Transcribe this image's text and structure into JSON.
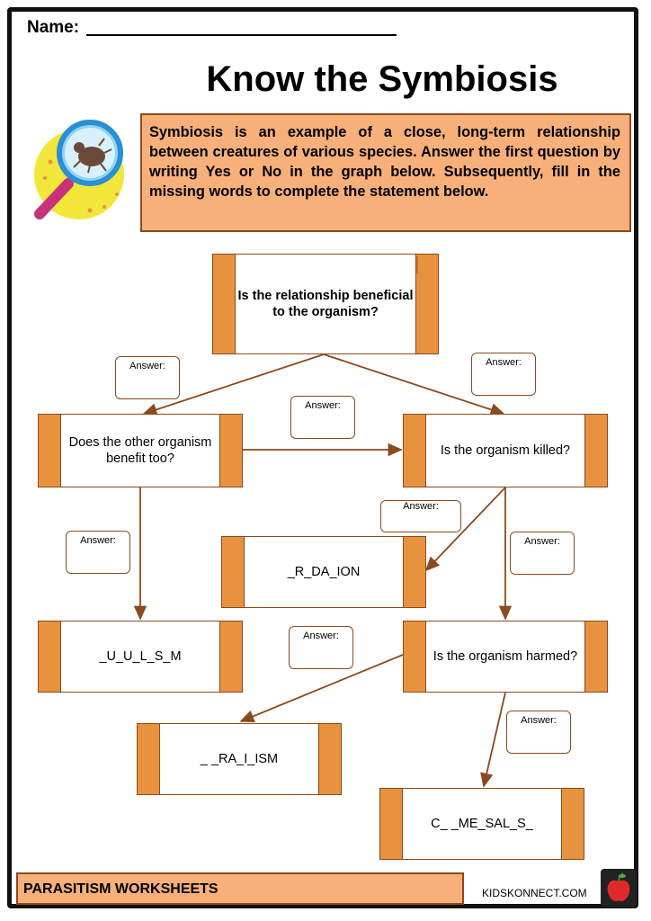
{
  "header": {
    "name_label": "Name:",
    "title": "Know the Symbiosis"
  },
  "intro": {
    "text": "Symbiosis is an example of a close, long-term relationship between creatures of various species. Answer the first question by writing Yes or No in the graph below. Subsequently, fill in the missing words to complete the statement below."
  },
  "flowchart": {
    "nodes": {
      "root": "Is the relationship beneficial to the organism?",
      "other_benefit": "Does the other organism benefit too?",
      "killed": "Is the organism killed?",
      "predation": "_R_DA_ION",
      "mutualism": "_U_U_L_S_M",
      "harmed": "Is the organism harmed?",
      "parasitism": "_ _RA_I_ISM",
      "commensalism": "C_ _ME_SAL_S_"
    },
    "answer_label": "Answer:"
  },
  "footer": {
    "title": "PARASITISM WORKSHEETS",
    "brand": "KIDSKONNECT.COM"
  },
  "colors": {
    "accent_orange": "#e8923f",
    "light_orange": "#f7b079",
    "arrow_brown": "#8a4a1e"
  }
}
